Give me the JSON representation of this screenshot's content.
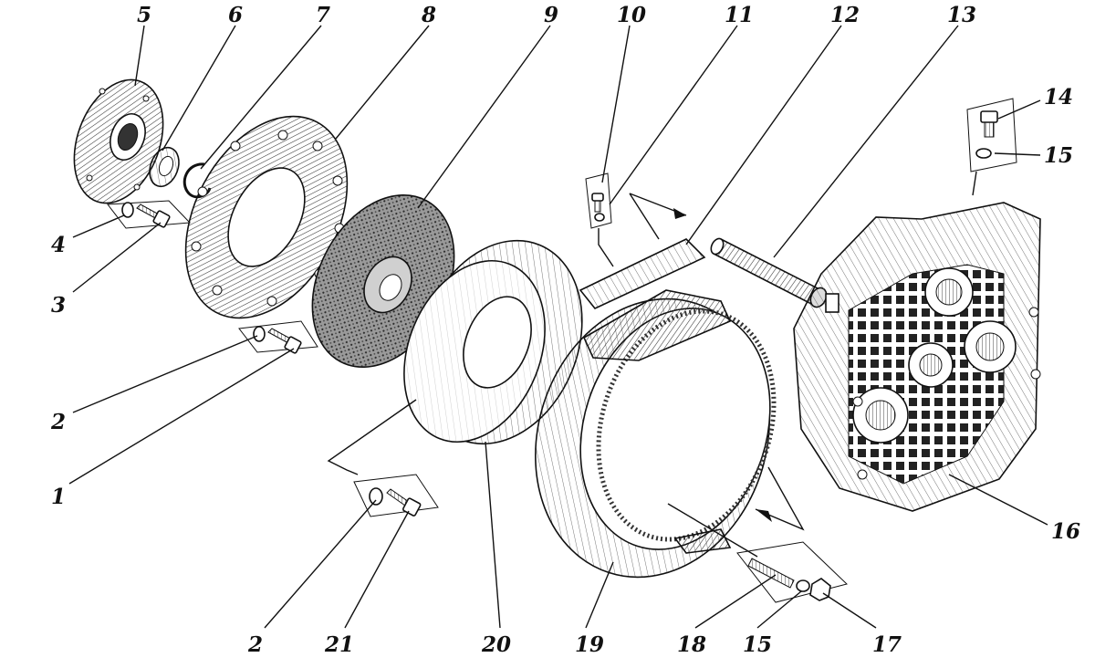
{
  "diagram": {
    "parts": [
      {
        "id": "p1",
        "label": "1"
      },
      {
        "id": "p2a",
        "label": "2"
      },
      {
        "id": "p2b",
        "label": "2"
      },
      {
        "id": "p3",
        "label": "3"
      },
      {
        "id": "p4",
        "label": "4"
      },
      {
        "id": "p5",
        "label": "5"
      },
      {
        "id": "p6",
        "label": "6"
      },
      {
        "id": "p7",
        "label": "7"
      },
      {
        "id": "p8",
        "label": "8"
      },
      {
        "id": "p9",
        "label": "9"
      },
      {
        "id": "p10",
        "label": "10"
      },
      {
        "id": "p11",
        "label": "11"
      },
      {
        "id": "p12",
        "label": "12"
      },
      {
        "id": "p13",
        "label": "13"
      },
      {
        "id": "p14",
        "label": "14"
      },
      {
        "id": "p15a",
        "label": "15"
      },
      {
        "id": "p15b",
        "label": "15"
      },
      {
        "id": "p16",
        "label": "16"
      },
      {
        "id": "p17",
        "label": "17"
      },
      {
        "id": "p18",
        "label": "18"
      },
      {
        "id": "p19",
        "label": "19"
      },
      {
        "id": "p20",
        "label": "20"
      },
      {
        "id": "p21",
        "label": "21"
      }
    ]
  }
}
